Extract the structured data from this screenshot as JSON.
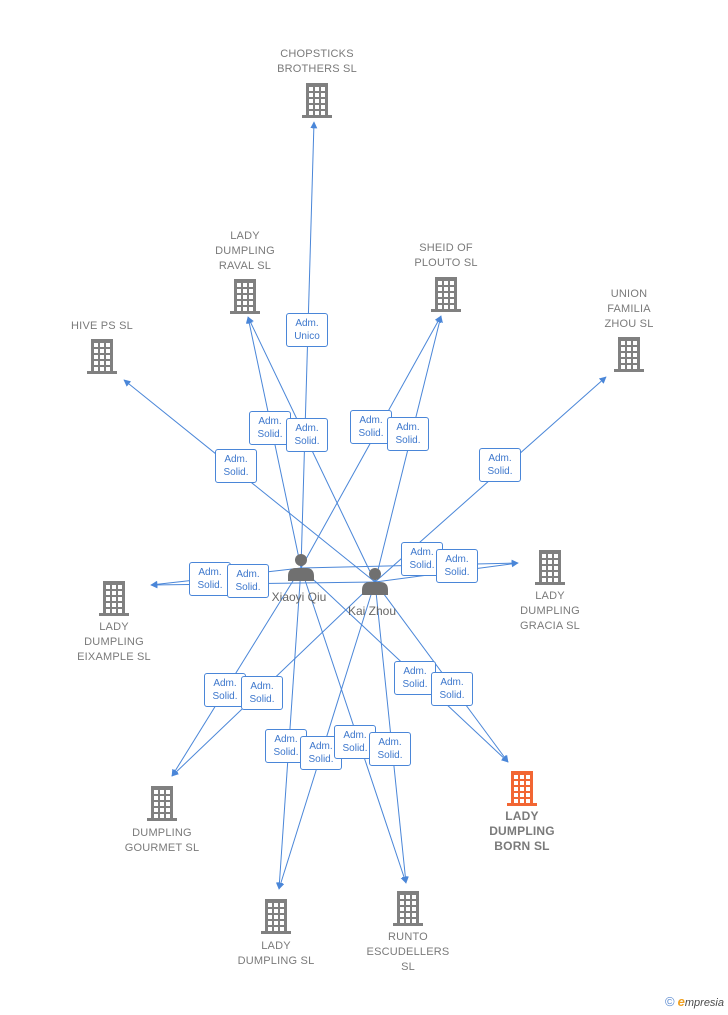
{
  "colors": {
    "edge": "#4a86d8",
    "company": "#808080",
    "highlight": "#f26633",
    "person": "#707070"
  },
  "persons": [
    {
      "id": "xq",
      "name": "Xiaoyi Qiu"
    },
    {
      "id": "kz",
      "name": "Kai Zhou"
    }
  ],
  "companies": [
    {
      "id": "chop",
      "name": "CHOPSTICKS\nBROTHERS  SL",
      "highlight": false
    },
    {
      "id": "raval",
      "name": "LADY\nDUMPLING\nRAVAL  SL",
      "highlight": false
    },
    {
      "id": "sheid",
      "name": "SHEID OF\nPLOUTO  SL",
      "highlight": false
    },
    {
      "id": "hive",
      "name": "HIVE PS  SL",
      "highlight": false
    },
    {
      "id": "union",
      "name": "UNION\nFAMILIA\nZHOU  SL",
      "highlight": false
    },
    {
      "id": "eixample",
      "name": "LADY\nDUMPLING\nEIXAMPLE  SL",
      "highlight": false
    },
    {
      "id": "gracia",
      "name": "LADY\nDUMPLING\nGRACIA  SL",
      "highlight": false
    },
    {
      "id": "gourmet",
      "name": "DUMPLING\nGOURMET  SL",
      "highlight": false
    },
    {
      "id": "born",
      "name": "LADY\nDUMPLING\nBORN  SL",
      "highlight": true
    },
    {
      "id": "ldsl",
      "name": "LADY\nDUMPLING  SL",
      "highlight": false
    },
    {
      "id": "runto",
      "name": "RUNTO\nESCUDELLERS\nSL",
      "highlight": false
    }
  ],
  "relations": [
    {
      "from": "xq",
      "to": "chop",
      "role": "Adm.\nUnico"
    },
    {
      "from": "xq",
      "to": "raval",
      "role": "Adm.\nSolid."
    },
    {
      "from": "kz",
      "to": "raval",
      "role": "Adm.\nSolid."
    },
    {
      "from": "xq",
      "to": "sheid",
      "role": "Adm.\nSolid."
    },
    {
      "from": "kz",
      "to": "sheid",
      "role": "Adm.\nSolid."
    },
    {
      "from": "kz",
      "to": "hive",
      "role": "Adm.\nSolid."
    },
    {
      "from": "kz",
      "to": "union",
      "role": "Adm.\nSolid."
    },
    {
      "from": "xq",
      "to": "eixample",
      "role": "Adm.\nSolid."
    },
    {
      "from": "kz",
      "to": "eixample",
      "role": "Adm.\nSolid."
    },
    {
      "from": "xq",
      "to": "gracia",
      "role": "Adm.\nSolid."
    },
    {
      "from": "kz",
      "to": "gracia",
      "role": "Adm.\nSolid."
    },
    {
      "from": "xq",
      "to": "gourmet",
      "role": "Adm.\nSolid."
    },
    {
      "from": "kz",
      "to": "gourmet",
      "role": "Adm.\nSolid."
    },
    {
      "from": "xq",
      "to": "born",
      "role": "Adm.\nSolid."
    },
    {
      "from": "kz",
      "to": "born",
      "role": "Adm.\nSolid."
    },
    {
      "from": "xq",
      "to": "ldsl",
      "role": "Adm.\nSolid."
    },
    {
      "from": "kz",
      "to": "ldsl",
      "role": "Adm.\nSolid."
    },
    {
      "from": "xq",
      "to": "runto",
      "role": "Adm.\nSolid."
    },
    {
      "from": "kz",
      "to": "runto",
      "role": "Adm.\nSolid."
    }
  ],
  "footer": {
    "copyright": "©",
    "brand_initial": "e",
    "brand_rest": "mpresia"
  }
}
